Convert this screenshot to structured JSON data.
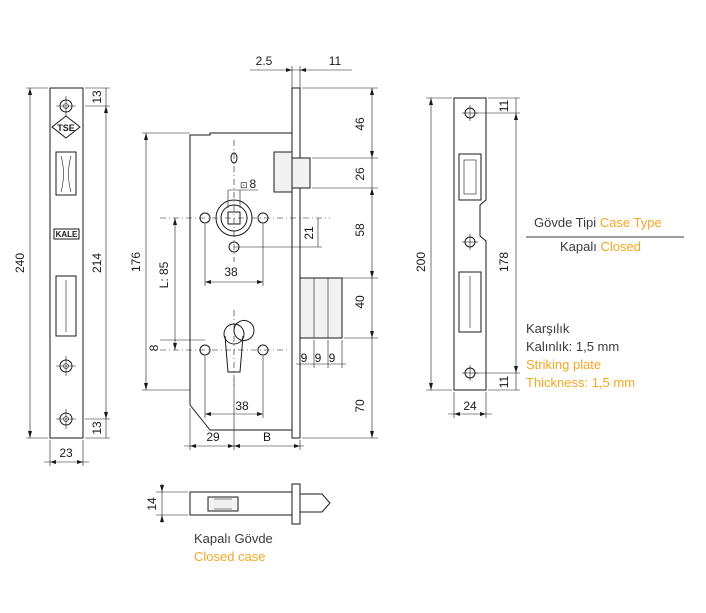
{
  "colors": {
    "accent": "#f5a623",
    "text": "#3a3a3a",
    "line": "#1a1a1a"
  },
  "faceplate": {
    "width": "23",
    "total_height": "240",
    "hole_spacing": "214",
    "top_end": "13",
    "bottom_end": "13",
    "logo_tse": "TSE",
    "logo_kale": "KALE"
  },
  "case": {
    "plate_offset": "2.5",
    "plate_thickness": "11",
    "top_to_latch": "46",
    "latch_height": "26",
    "latch_to_bolt": "58",
    "bolt_height": "40",
    "bottom": "70",
    "total_height": "176",
    "spindle_square": "8",
    "spindle_offset": "21",
    "follower_spacing": "38",
    "center_distance": "L: 85",
    "cylinder_offset": "8",
    "cylinder_screw_spacing": "38",
    "bolt_steps": [
      "9",
      "9",
      "9"
    ],
    "backset_offset": "29",
    "backset": "B"
  },
  "striker": {
    "height": "200",
    "hole_spacing": "178",
    "top_end": "11",
    "bottom_end": "11",
    "width": "24"
  },
  "case_type": {
    "label_tr": "Gövde Tipi",
    "label_en": "Case Type",
    "value_tr": "Kapalı",
    "value_en": "Closed"
  },
  "striking_plate": {
    "line1_tr": "Karşılık",
    "line2_tr": "Kalınlık: 1,5 mm",
    "line1_en": "Striking plate",
    "line2_en": "Thickness: 1,5 mm"
  },
  "bottom_view": {
    "thickness": "14",
    "caption_tr": "Kapalı Gövde",
    "caption_en": "Closed case"
  }
}
